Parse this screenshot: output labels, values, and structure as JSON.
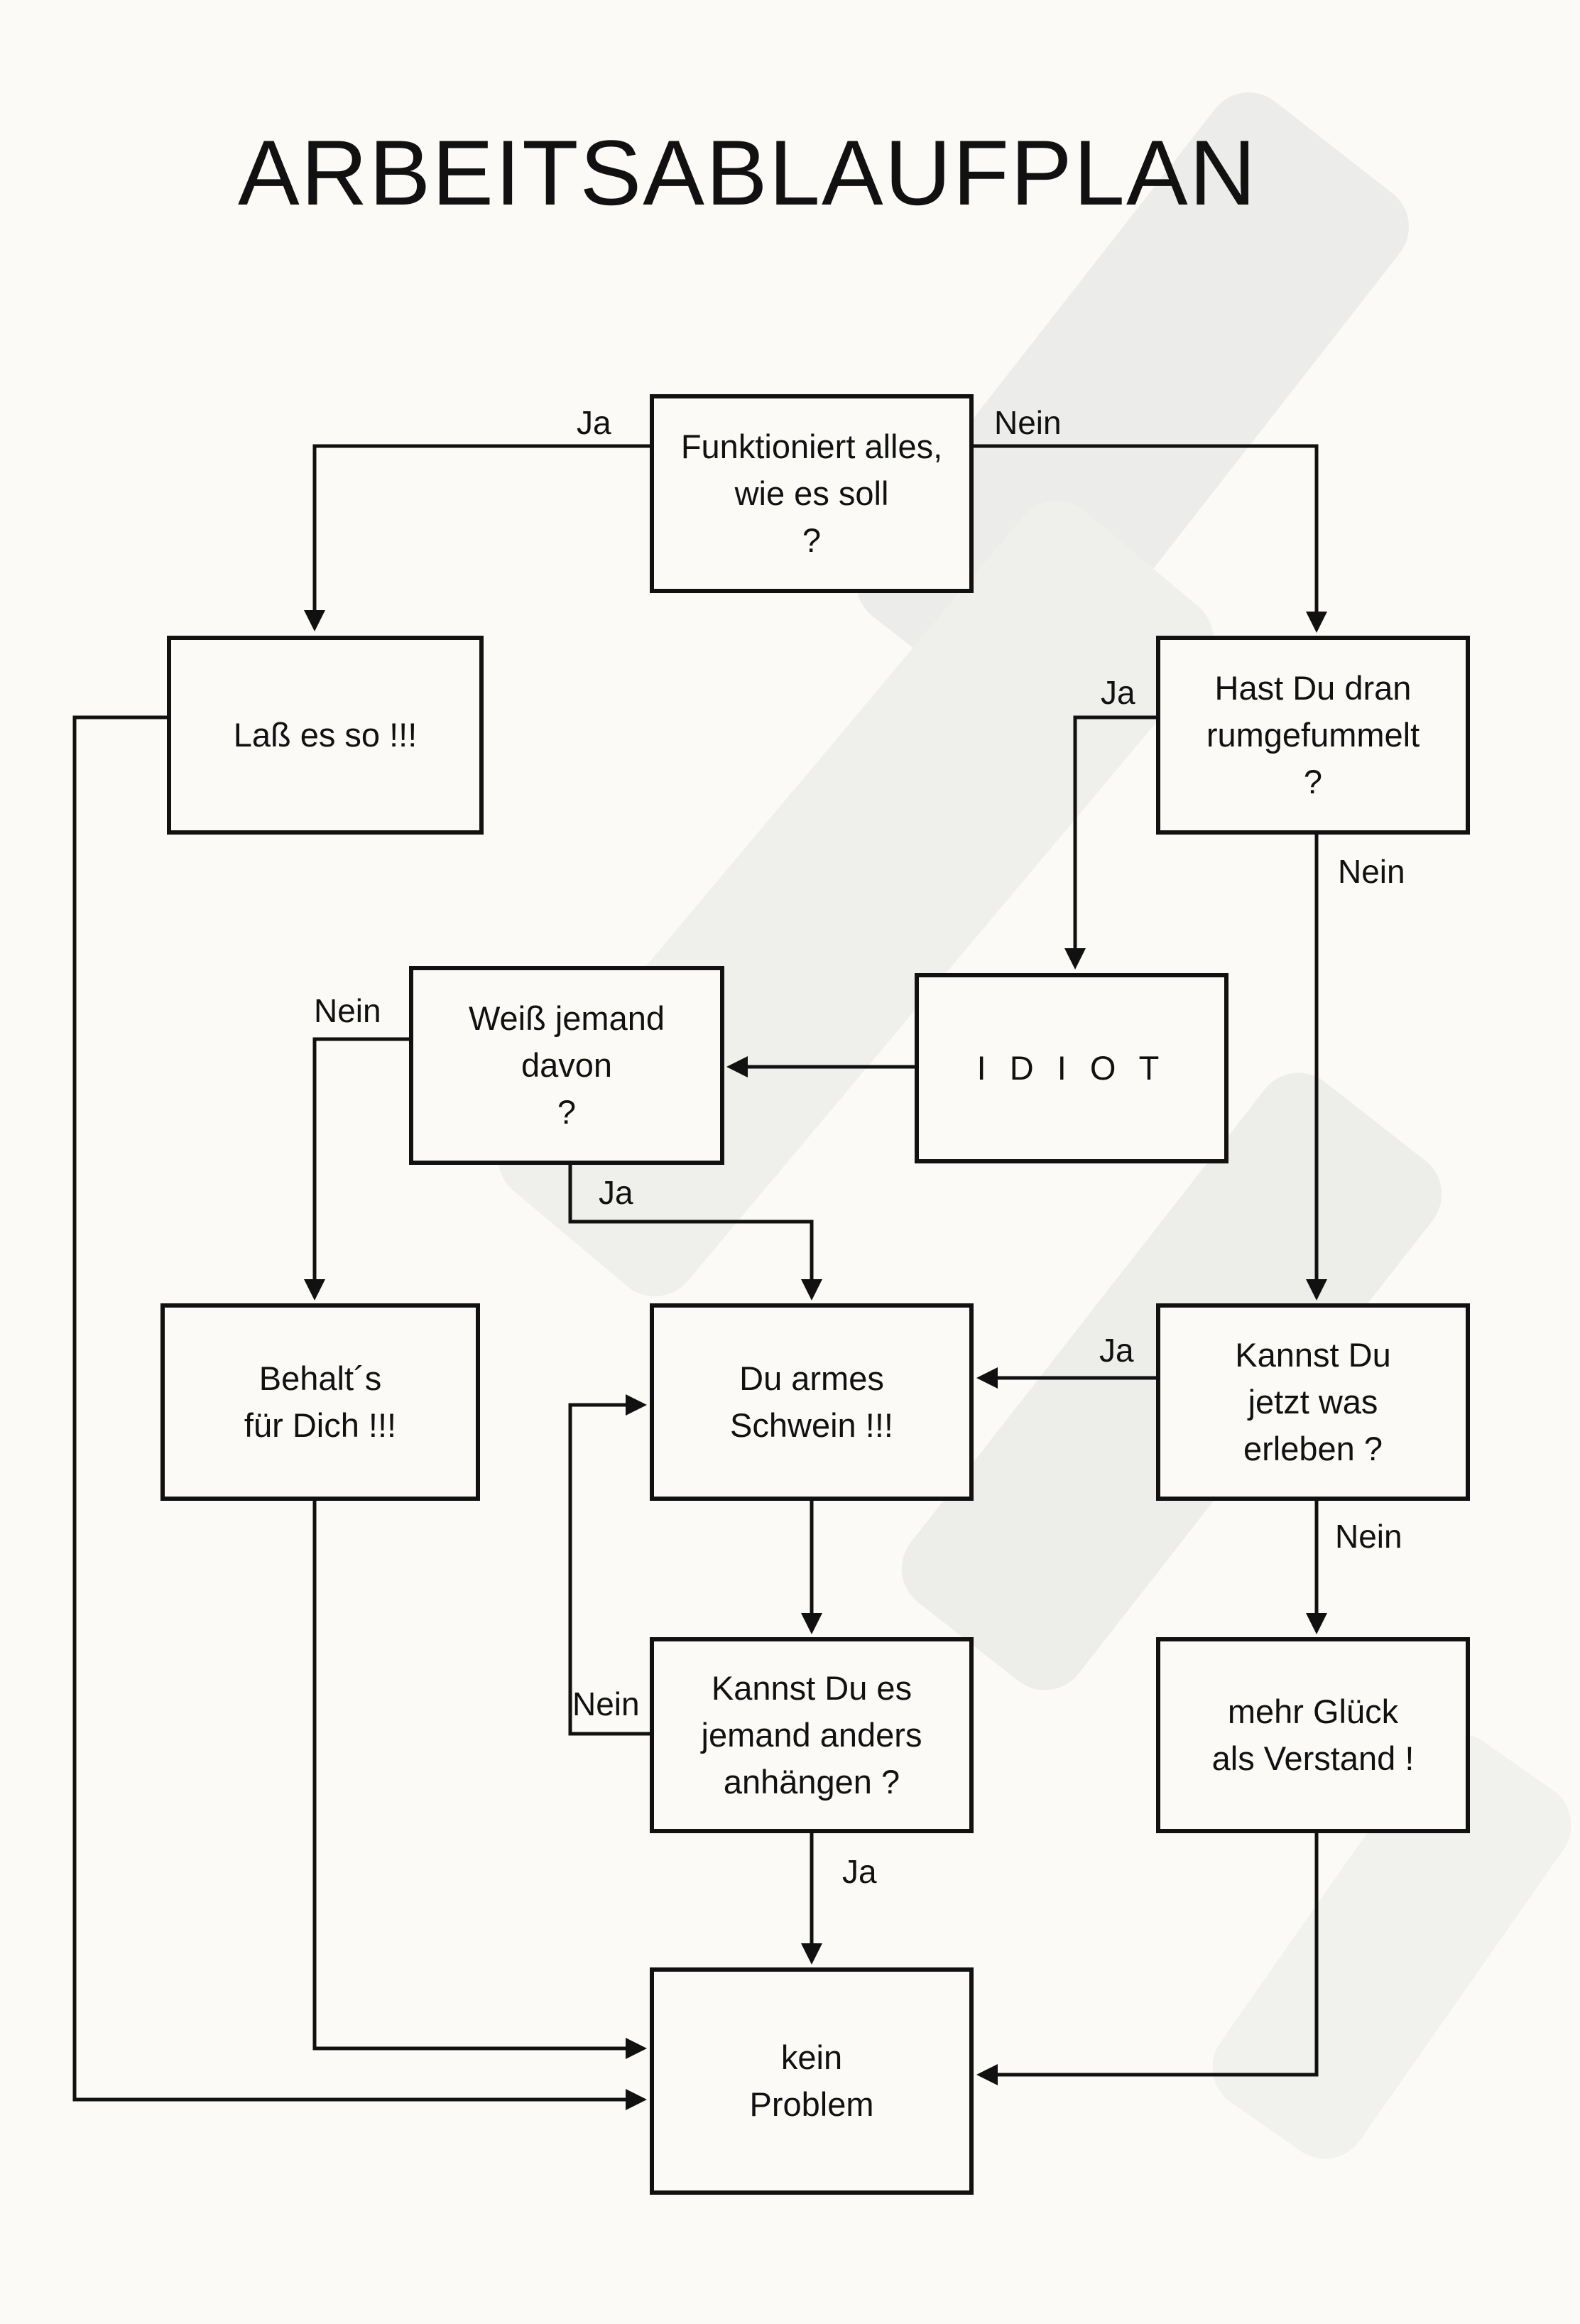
{
  "title": "ARBEITSABLAUFPLAN",
  "nodes": {
    "funktioniert": "Funktioniert alles,\nwie es soll\n?",
    "lass": "Laß es so !!!",
    "hast": "Hast Du dran\nrumgefummelt\n?",
    "idiot": "I D I O T",
    "weiss": "Weiß jemand\ndavon\n?",
    "behalt": "Behalt´s\nfür Dich !!!",
    "schwein": "Du armes\nSchwein !!!",
    "kannst_jetzt": "Kannst Du\njetzt was\nerleben ?",
    "anhaengen": "Kannst Du es\njemand anders\nanhängen ?",
    "glueck": "mehr Glück\nals Verstand !",
    "kein_problem": "kein\nProblem"
  },
  "edge_labels": {
    "funktioniert_ja": "Ja",
    "funktioniert_nein": "Nein",
    "hast_ja": "Ja",
    "hast_nein": "Nein",
    "weiss_nein": "Nein",
    "weiss_ja": "Ja",
    "kannst_jetzt_ja": "Ja",
    "kannst_jetzt_nein": "Nein",
    "anhaengen_nein": "Nein",
    "anhaengen_ja": "Ja"
  },
  "colors": {
    "ink": "#111111",
    "paper": "#fbfaf7"
  }
}
